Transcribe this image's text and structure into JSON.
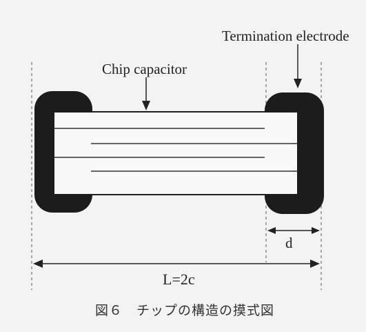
{
  "diagram": {
    "title_label": "Termination electrode",
    "chip_label": "Chip capacitor",
    "d_label": "d",
    "length_label": "L=2c",
    "caption": "図６　チップの構造の摸式図"
  },
  "colors": {
    "background": "#f3f3f3",
    "ink": "#222222",
    "electrode": "#1c1c1c",
    "body_fill": "#f8f8f8"
  }
}
